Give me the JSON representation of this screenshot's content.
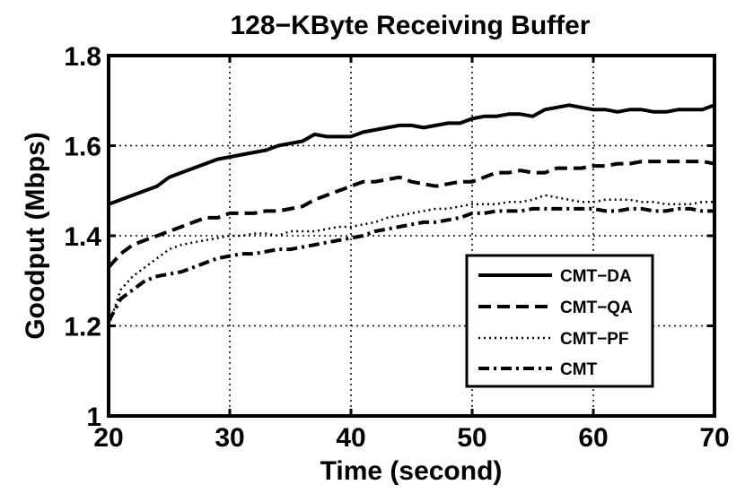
{
  "chart_data": {
    "type": "line",
    "title": "128−KByte Receiving Buffer",
    "xlabel": "Time (second)",
    "ylabel": "Goodput (Mbps)",
    "xlim": [
      20,
      70
    ],
    "ylim": [
      1.0,
      1.8
    ],
    "xticks": [
      20,
      30,
      40,
      50,
      60,
      70
    ],
    "xtick_labels": [
      "20",
      "30",
      "40",
      "50",
      "60",
      "70"
    ],
    "yticks": [
      1.0,
      1.2,
      1.4,
      1.6,
      1.8
    ],
    "ytick_labels": [
      "1",
      "1.2",
      "1.4",
      "1.6",
      "1.8"
    ],
    "grid": true,
    "legend_position": "lower-right",
    "series": [
      {
        "name": "CMT−DA",
        "style": "solid",
        "color": "#000000",
        "x": [
          20,
          21,
          22,
          23,
          24,
          25,
          26,
          27,
          28,
          29,
          30,
          31,
          32,
          33,
          34,
          35,
          36,
          37,
          38,
          39,
          40,
          41,
          42,
          43,
          44,
          45,
          46,
          47,
          48,
          49,
          50,
          51,
          52,
          53,
          54,
          55,
          56,
          57,
          58,
          59,
          60,
          61,
          62,
          63,
          64,
          65,
          66,
          67,
          68,
          69,
          70
        ],
        "y": [
          1.47,
          1.48,
          1.49,
          1.5,
          1.51,
          1.53,
          1.54,
          1.55,
          1.56,
          1.57,
          1.575,
          1.58,
          1.585,
          1.59,
          1.6,
          1.605,
          1.61,
          1.625,
          1.62,
          1.62,
          1.62,
          1.63,
          1.635,
          1.64,
          1.645,
          1.645,
          1.64,
          1.645,
          1.65,
          1.65,
          1.66,
          1.665,
          1.665,
          1.67,
          1.67,
          1.665,
          1.68,
          1.685,
          1.69,
          1.685,
          1.68,
          1.68,
          1.675,
          1.68,
          1.68,
          1.675,
          1.675,
          1.68,
          1.68,
          1.68,
          1.69
        ]
      },
      {
        "name": "CMT−QA",
        "style": "dashed",
        "color": "#000000",
        "x": [
          20,
          21,
          22,
          23,
          24,
          25,
          26,
          27,
          28,
          29,
          30,
          31,
          32,
          33,
          34,
          35,
          36,
          37,
          38,
          39,
          40,
          41,
          42,
          43,
          44,
          45,
          46,
          47,
          48,
          49,
          50,
          51,
          52,
          53,
          54,
          55,
          56,
          57,
          58,
          59,
          60,
          61,
          62,
          63,
          64,
          65,
          66,
          67,
          68,
          69,
          70
        ],
        "y": [
          1.33,
          1.36,
          1.38,
          1.39,
          1.4,
          1.41,
          1.42,
          1.43,
          1.44,
          1.44,
          1.45,
          1.45,
          1.45,
          1.455,
          1.455,
          1.46,
          1.465,
          1.48,
          1.49,
          1.5,
          1.51,
          1.52,
          1.52,
          1.525,
          1.53,
          1.52,
          1.515,
          1.51,
          1.515,
          1.52,
          1.52,
          1.53,
          1.54,
          1.54,
          1.545,
          1.54,
          1.54,
          1.55,
          1.55,
          1.55,
          1.555,
          1.555,
          1.56,
          1.56,
          1.565,
          1.565,
          1.565,
          1.565,
          1.565,
          1.565,
          1.56
        ]
      },
      {
        "name": "CMT−PF",
        "style": "dotted",
        "color": "#000000",
        "x": [
          20,
          21,
          22,
          23,
          24,
          25,
          26,
          27,
          28,
          29,
          30,
          31,
          32,
          33,
          34,
          35,
          36,
          37,
          38,
          39,
          40,
          41,
          42,
          43,
          44,
          45,
          46,
          47,
          48,
          49,
          50,
          51,
          52,
          53,
          54,
          55,
          56,
          57,
          58,
          59,
          60,
          61,
          62,
          63,
          64,
          65,
          66,
          67,
          68,
          69,
          70
        ],
        "y": [
          1.2,
          1.28,
          1.31,
          1.33,
          1.35,
          1.37,
          1.38,
          1.385,
          1.39,
          1.395,
          1.4,
          1.4,
          1.405,
          1.405,
          1.4,
          1.41,
          1.41,
          1.41,
          1.415,
          1.42,
          1.42,
          1.425,
          1.43,
          1.44,
          1.445,
          1.45,
          1.455,
          1.46,
          1.46,
          1.465,
          1.47,
          1.47,
          1.47,
          1.475,
          1.475,
          1.48,
          1.49,
          1.485,
          1.48,
          1.475,
          1.475,
          1.48,
          1.48,
          1.48,
          1.475,
          1.475,
          1.47,
          1.47,
          1.47,
          1.475,
          1.475
        ]
      },
      {
        "name": "CMT",
        "style": "dashdot",
        "color": "#000000",
        "x": [
          20,
          21,
          22,
          23,
          24,
          25,
          26,
          27,
          28,
          29,
          30,
          31,
          32,
          33,
          34,
          35,
          36,
          37,
          38,
          39,
          40,
          41,
          42,
          43,
          44,
          45,
          46,
          47,
          48,
          49,
          50,
          51,
          52,
          53,
          54,
          55,
          56,
          57,
          58,
          59,
          60,
          61,
          62,
          63,
          64,
          65,
          66,
          67,
          68,
          69,
          70
        ],
        "y": [
          1.21,
          1.26,
          1.28,
          1.3,
          1.31,
          1.315,
          1.32,
          1.33,
          1.34,
          1.35,
          1.355,
          1.36,
          1.36,
          1.365,
          1.37,
          1.37,
          1.375,
          1.38,
          1.385,
          1.39,
          1.395,
          1.4,
          1.41,
          1.415,
          1.42,
          1.425,
          1.43,
          1.43,
          1.435,
          1.44,
          1.45,
          1.45,
          1.455,
          1.455,
          1.455,
          1.46,
          1.46,
          1.46,
          1.46,
          1.46,
          1.46,
          1.455,
          1.455,
          1.46,
          1.46,
          1.455,
          1.455,
          1.46,
          1.46,
          1.455,
          1.455
        ]
      }
    ]
  }
}
